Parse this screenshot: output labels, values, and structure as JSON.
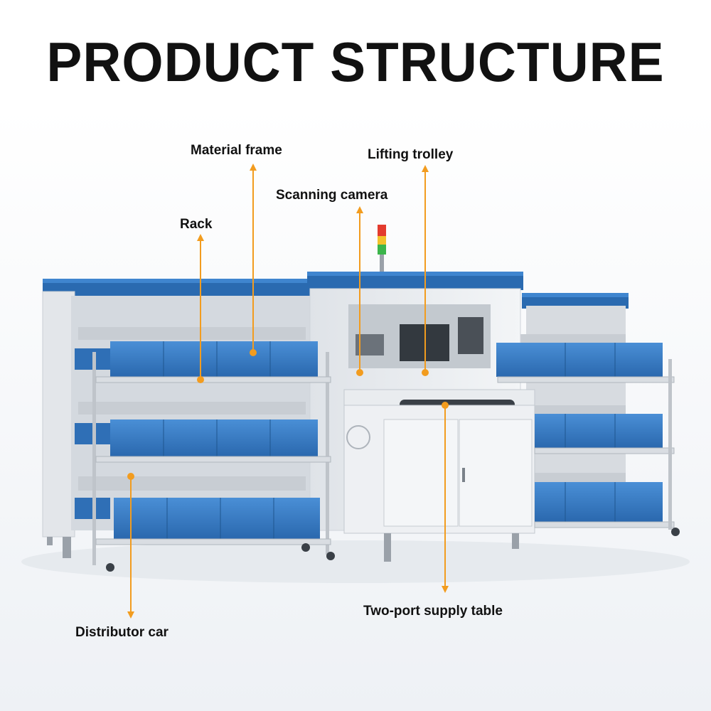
{
  "title": "PRODUCT STRUCTURE",
  "colors": {
    "accent": "#f29c1f",
    "frame_blue": "#2e6fb4",
    "bin_blue": "#3479c4",
    "body_grey": "#e8eaed",
    "text": "#111111"
  },
  "callouts": {
    "material_frame": "Material frame",
    "lifting_trolley": "Lifting trolley",
    "scanning_camera": "Scanning camera",
    "rack": "Rack",
    "distributor_car": "Distributor car",
    "two_port_supply_table": "Two-port supply table"
  }
}
